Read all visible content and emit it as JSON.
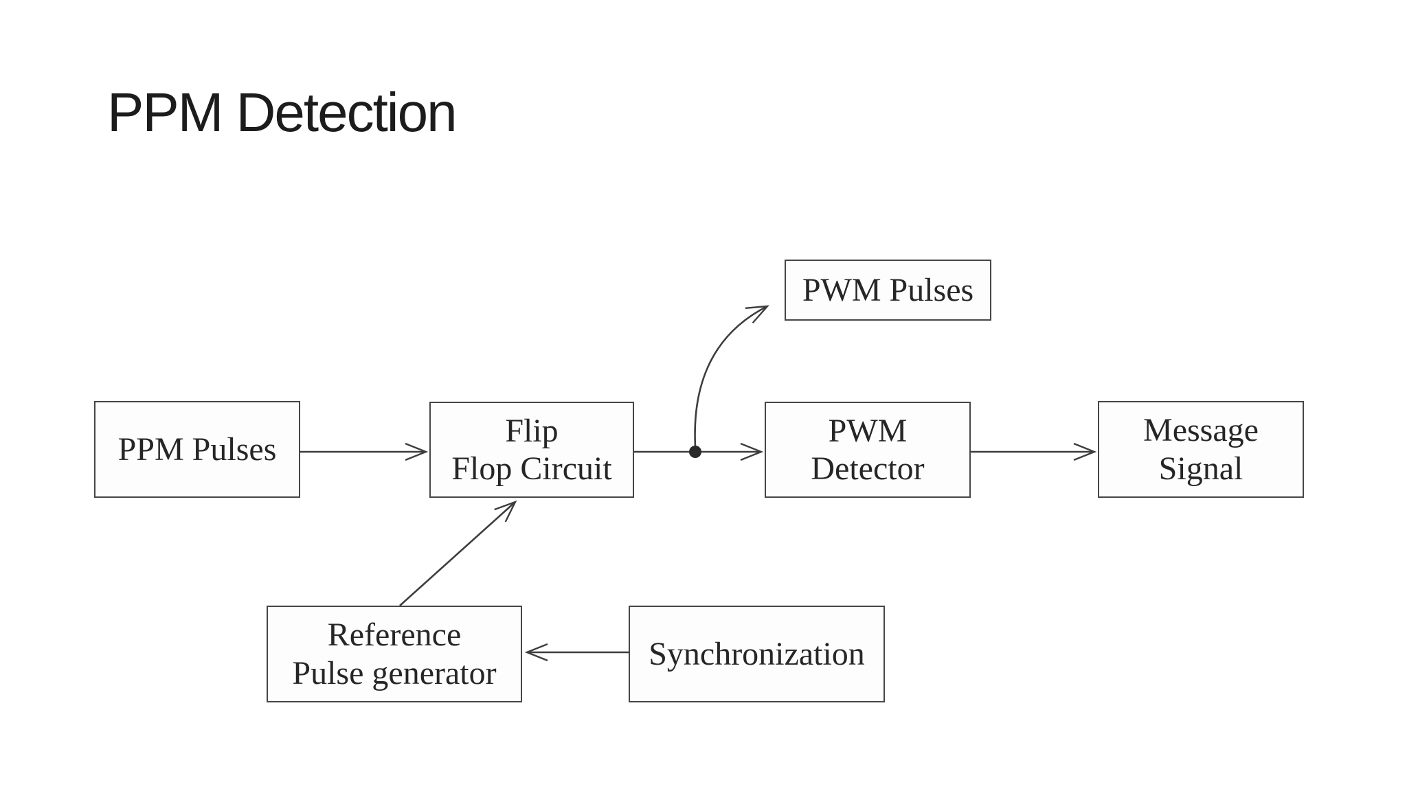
{
  "title": "PPM Detection",
  "diagram": {
    "nodes": [
      {
        "id": "ppm-pulses-input",
        "label": "PPM Pulses"
      },
      {
        "id": "flip-flop-circuit",
        "label": "Flip\nFlop Circuit"
      },
      {
        "id": "pwm-detector",
        "label": "PWM\nDetector"
      },
      {
        "id": "message-signal",
        "label": "Message\nSignal"
      },
      {
        "id": "pwm-pulses-output",
        "label": "PWM Pulses"
      },
      {
        "id": "reference-pulse-generator",
        "label": "Reference\nPulse generator"
      },
      {
        "id": "synchronization",
        "label": "Synchronization"
      }
    ],
    "edges": [
      {
        "from": "ppm-pulses-input",
        "to": "flip-flop-circuit",
        "style": "straight-arrow"
      },
      {
        "from": "flip-flop-circuit",
        "to": "pwm-detector",
        "style": "straight-arrow",
        "junction": "filled-dot"
      },
      {
        "from": "pwm-detector",
        "to": "message-signal",
        "style": "straight-arrow"
      },
      {
        "from": "junction-dot",
        "to": "pwm-pulses-output",
        "style": "curved-arrow"
      },
      {
        "from": "reference-pulse-generator",
        "to": "flip-flop-circuit",
        "style": "diagonal-arrow"
      },
      {
        "from": "synchronization",
        "to": "reference-pulse-generator",
        "style": "straight-arrow"
      }
    ],
    "colors": {
      "line": "#3d3d3d",
      "box_border": "#464646",
      "text": "#262626",
      "background": "#ffffff"
    }
  }
}
